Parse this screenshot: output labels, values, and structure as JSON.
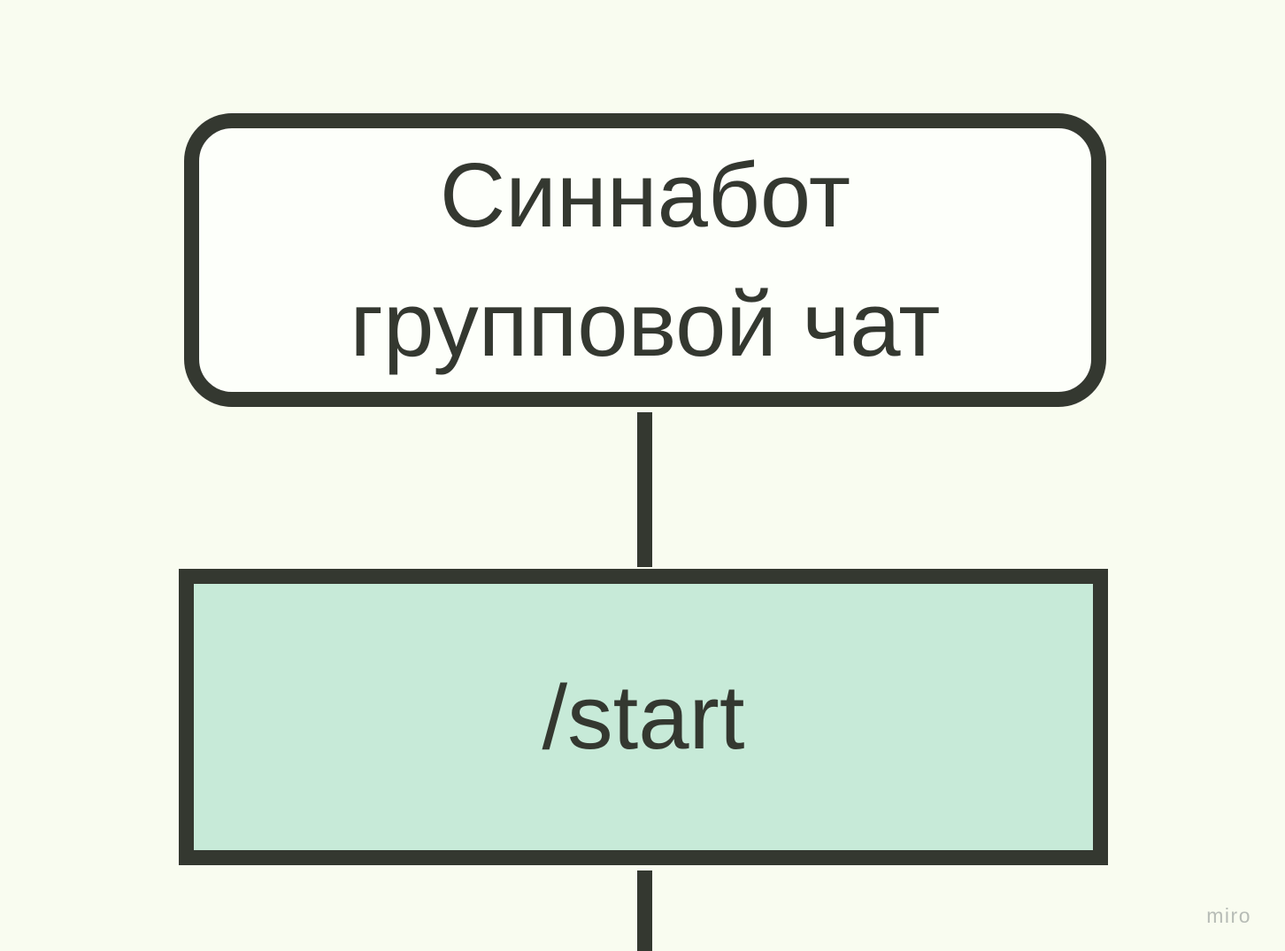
{
  "canvas": {
    "background_color": "#f9fcf0",
    "stroke_color": "#343830",
    "text_color": "#343830"
  },
  "watermark": {
    "label": "miro",
    "color": "#b7bcb6"
  },
  "diagram": {
    "type": "flowchart",
    "nodes": [
      {
        "id": "group-chat",
        "shape": "rounded-rectangle",
        "label": "Синнабот групповой чат",
        "lines": [
          "Синнабот",
          "групповой чат"
        ],
        "fill_color": "#fdfffa",
        "border_color": "#343830"
      },
      {
        "id": "start-command",
        "shape": "rectangle",
        "label": "/start",
        "lines": [
          "/start"
        ],
        "fill_color": "#c7ead8",
        "border_color": "#343830"
      }
    ],
    "connectors": [
      {
        "from": "group-chat",
        "to": "start-command",
        "style": "solid"
      },
      {
        "from": "start-command",
        "to": "offscreen-bottom",
        "style": "solid"
      }
    ]
  }
}
